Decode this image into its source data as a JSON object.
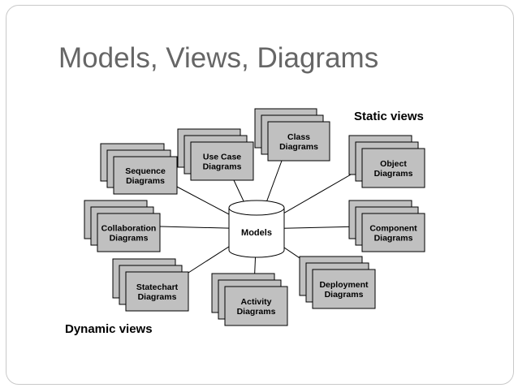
{
  "slide": {
    "title": "Models, Views, Diagrams",
    "static_label": "Static views",
    "dynamic_label": "Dynamic views"
  },
  "center": {
    "label": "Models"
  },
  "colors": {
    "box_fill": "#c0c0c0",
    "stroke": "#000000",
    "cylinder_fill": "#ffffff",
    "title_color": "#666666"
  },
  "nodes": [
    {
      "id": "sequence",
      "lines": [
        "Sequence",
        "Diagrams"
      ]
    },
    {
      "id": "use-case",
      "lines": [
        "Use Case",
        "Diagrams"
      ]
    },
    {
      "id": "class",
      "lines": [
        "Class",
        "Diagrams"
      ]
    },
    {
      "id": "object",
      "lines": [
        "Object",
        "Diagrams"
      ]
    },
    {
      "id": "collaboration",
      "lines": [
        "Collaboration",
        "Diagrams"
      ]
    },
    {
      "id": "component",
      "lines": [
        "Component",
        "Diagrams"
      ]
    },
    {
      "id": "statechart",
      "lines": [
        "Statechart",
        "Diagrams"
      ]
    },
    {
      "id": "activity",
      "lines": [
        "Activity",
        "Diagrams"
      ]
    },
    {
      "id": "deployment",
      "lines": [
        "Deployment",
        "Diagrams"
      ]
    }
  ]
}
